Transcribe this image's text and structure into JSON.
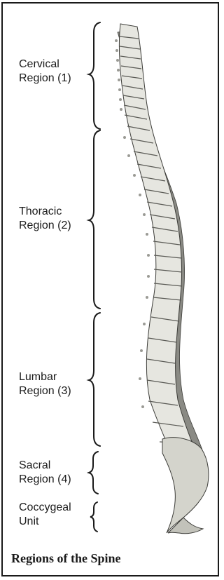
{
  "figure": {
    "caption": "Regions of the Spine",
    "regions": [
      {
        "line1": "Cervical",
        "line2": "Region (1)"
      },
      {
        "line1": "Thoracic",
        "line2": "Region (2)"
      },
      {
        "line1": "Lumbar",
        "line2": "Region (3)"
      },
      {
        "line1": "Sacral",
        "line2": "Region (4)"
      },
      {
        "line1": "Coccygeal",
        "line2": "Unit"
      }
    ],
    "colors": {
      "ink": "#1a1a1a",
      "bone_light": "#e6e6e0",
      "bone_mid": "#b9b9b2",
      "bone_dark": "#6e6e68"
    }
  }
}
